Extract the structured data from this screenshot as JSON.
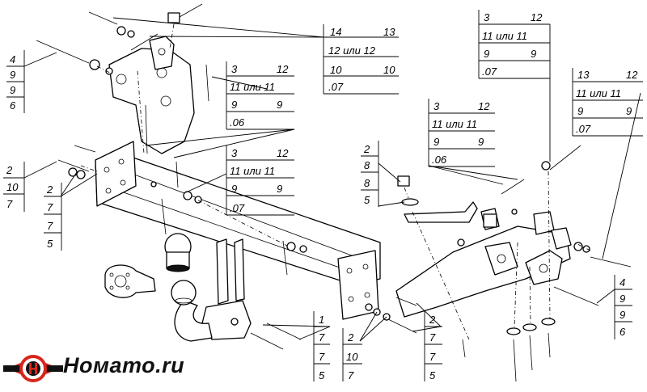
{
  "logo": {
    "text": "Номато.ru",
    "colors": {
      "accent": "#d7261e",
      "dark": "#111111"
    }
  },
  "callouts": [
    {
      "id": "c1",
      "rows": [
        [
          "14",
          "13"
        ],
        [
          "12 или 12",
          ""
        ],
        [
          "10",
          "10"
        ],
        [
          ".07",
          ""
        ]
      ]
    },
    {
      "id": "c2",
      "rows": [
        [
          "3",
          "12"
        ],
        [
          "11 или 11",
          ""
        ],
        [
          "9",
          "9"
        ],
        [
          ".07",
          ""
        ]
      ]
    },
    {
      "id": "c3",
      "rows": [
        [
          "13",
          "12"
        ],
        [
          "11 или 11",
          ""
        ],
        [
          "9",
          "9"
        ],
        [
          ".07",
          ""
        ]
      ]
    },
    {
      "id": "c4",
      "rows": [
        [
          "3",
          "12"
        ],
        [
          "11 или 11",
          ""
        ],
        [
          "9",
          "9"
        ],
        [
          ".06",
          ""
        ]
      ]
    },
    {
      "id": "c5",
      "rows": [
        [
          "3",
          "12"
        ],
        [
          "11 или 11",
          ""
        ],
        [
          "9",
          "9"
        ],
        [
          ".06",
          ""
        ]
      ]
    },
    {
      "id": "c6",
      "rows": [
        [
          "3",
          "12"
        ],
        [
          "11 или 11",
          ""
        ],
        [
          "9",
          "9"
        ],
        [
          ".07",
          ""
        ]
      ]
    },
    {
      "id": "c7",
      "rows": [
        [
          "4"
        ],
        [
          "9"
        ],
        [
          "9"
        ],
        [
          "6"
        ]
      ]
    },
    {
      "id": "c8",
      "rows": [
        [
          "2"
        ],
        [
          "10"
        ],
        [
          "7"
        ]
      ]
    },
    {
      "id": "c9",
      "rows": [
        [
          "2"
        ],
        [
          "7"
        ],
        [
          "7"
        ],
        [
          "5"
        ]
      ]
    },
    {
      "id": "c10",
      "rows": [
        [
          "2"
        ],
        [
          "8"
        ],
        [
          "8"
        ],
        [
          "5"
        ]
      ]
    },
    {
      "id": "c11",
      "rows": [
        [
          "1"
        ],
        [
          "7"
        ],
        [
          "7"
        ],
        [
          "5"
        ]
      ]
    },
    {
      "id": "c12",
      "rows": [
        [
          "2"
        ],
        [
          "10"
        ],
        [
          "7"
        ]
      ]
    },
    {
      "id": "c13",
      "rows": [
        [
          "2"
        ],
        [
          "7"
        ],
        [
          "7"
        ],
        [
          "5"
        ]
      ]
    },
    {
      "id": "c14",
      "rows": [
        [
          "4"
        ],
        [
          "9"
        ],
        [
          "9"
        ],
        [
          "6"
        ]
      ]
    }
  ]
}
